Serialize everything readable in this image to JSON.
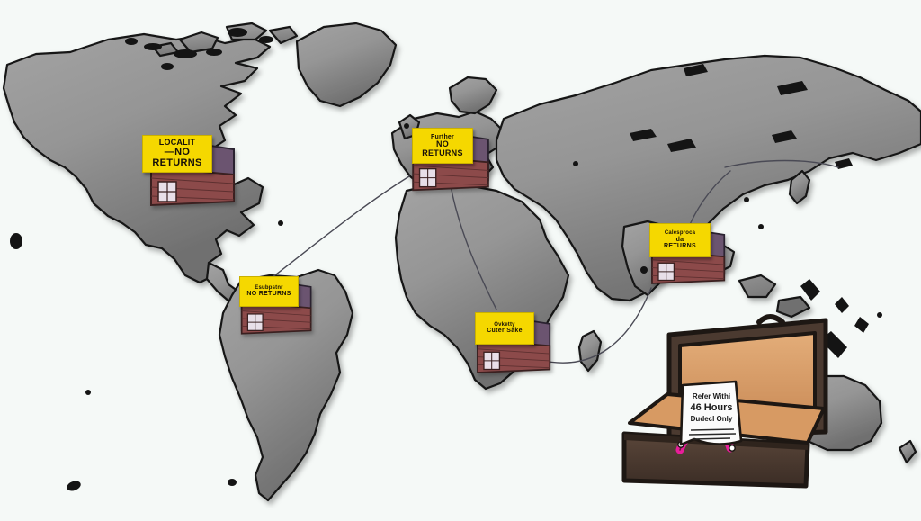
{
  "scene": {
    "title": "World map with no-returns house markers and open suitcase",
    "background_color": "#f5f9f7",
    "land_color": "#8f8f8f",
    "land_outline_color": "#1a1a1a",
    "route_line_color": "#4a4a55"
  },
  "markers": [
    {
      "id": "north-america",
      "region": "North America",
      "note": {
        "line1": "LOCALIT",
        "line2": "—NO",
        "line3": "RETURNS"
      },
      "note_color": "#f5d800",
      "house_color": "#8c4a4a",
      "roof_color": "#6b5470"
    },
    {
      "id": "europe",
      "region": "Europe",
      "note": {
        "line1": "Further",
        "line2": "NO",
        "line3": "RETURNS"
      },
      "note_color": "#f5d800",
      "house_color": "#8c4a4a",
      "roof_color": "#6b5470"
    },
    {
      "id": "south-america",
      "region": "South America",
      "note": {
        "line1": "Esubpstnr",
        "line2": "NO RETURNS",
        "line3": ""
      },
      "note_color": "#f5d800",
      "house_color": "#8c4a4a",
      "roof_color": "#6b5470"
    },
    {
      "id": "africa",
      "region": "Africa",
      "note": {
        "line1": "Ovketty",
        "line2": "Cuter Sake",
        "line3": ""
      },
      "note_color": "#f5d800",
      "house_color": "#8c4a4a",
      "roof_color": "#6b5470"
    },
    {
      "id": "asia",
      "region": "South Asia",
      "note": {
        "line1": "Calesproca",
        "line2": "da",
        "line3": "RETURNS"
      },
      "note_color": "#f5d800",
      "house_color": "#8c4a4a",
      "roof_color": "#6b5470"
    }
  ],
  "suitcase": {
    "body_color": "#4b3a30",
    "interior_color": "#d79a63",
    "handle_color": "#e81d9a",
    "paper": {
      "line1": "Refer Withi",
      "line2": "46 Hours",
      "line3": "Dudecl Only"
    }
  }
}
